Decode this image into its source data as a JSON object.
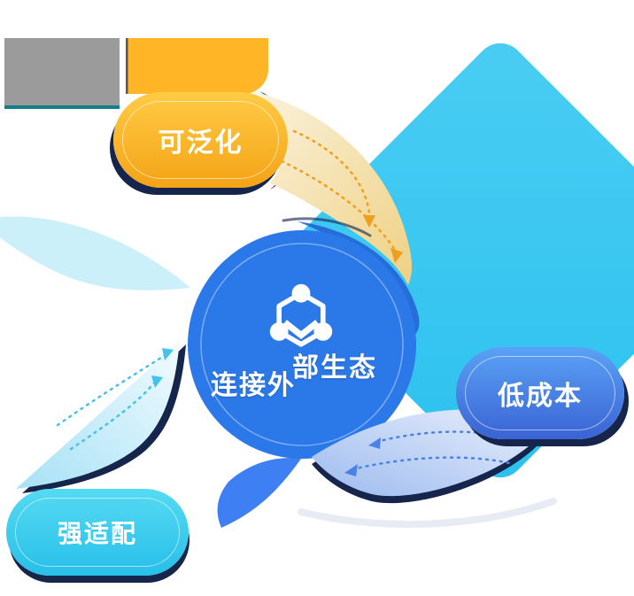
{
  "diagram": {
    "title_hint": "circular flow diagram connecting external ecosystem",
    "center": {
      "label_left": "连接外",
      "label_right": "部生态",
      "icon": "molecule-icon"
    },
    "nodes": [
      {
        "id": "generalizable",
        "label": "可泛化",
        "color": "#F6AC1E"
      },
      {
        "id": "low-cost",
        "label": "低成本",
        "color": "#4A86E8"
      },
      {
        "id": "adaptable",
        "label": "强适配",
        "color": "#35CBEC"
      }
    ],
    "colors": {
      "diamond_cyan": "#38C8F1",
      "center_circle_blue": "#2B79E9",
      "outline_navy": "#16254B",
      "arrow_top_dash": "#EF9F1F",
      "arrow_left_dash": "#45C2EC",
      "arrow_bottom_dash": "#4B82E8",
      "grey_block": "#9B9B9B",
      "teal_underline": "#117E8C"
    }
  }
}
